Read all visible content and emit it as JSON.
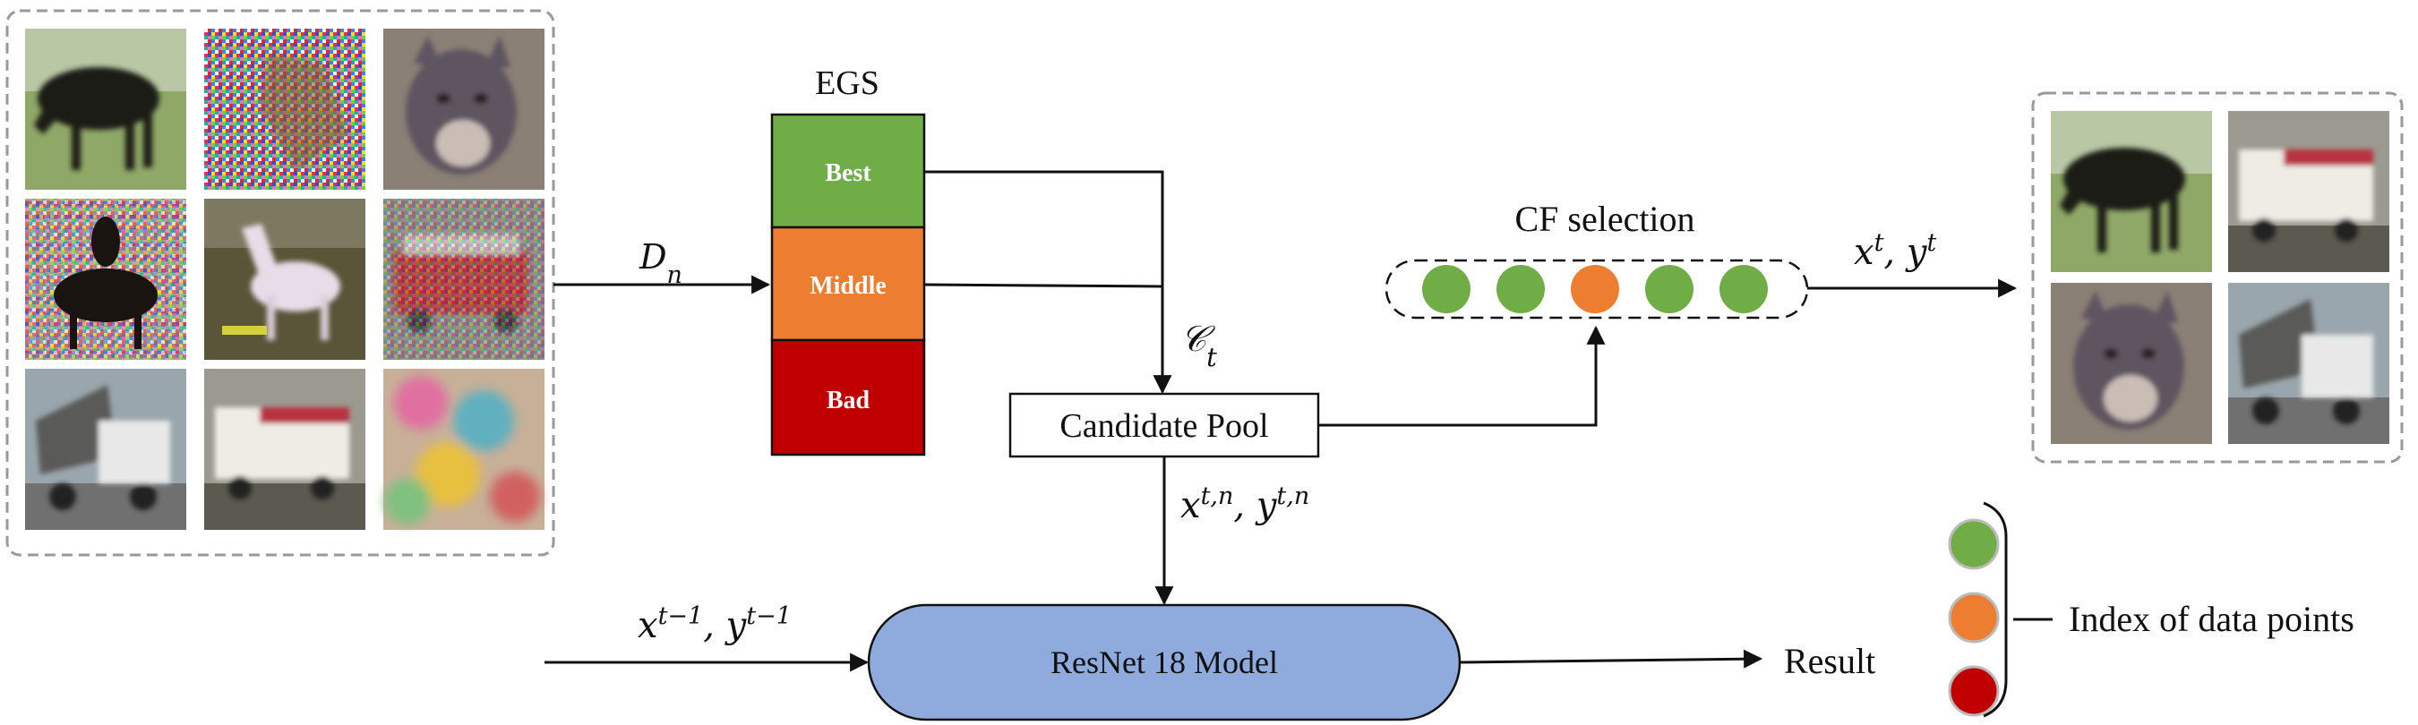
{
  "egs": {
    "title": "EGS",
    "tiers": [
      {
        "label": "Best",
        "color": "#70AD47"
      },
      {
        "label": "Middle",
        "color": "#ED7D31"
      },
      {
        "label": "Bad",
        "color": "#C00000"
      }
    ]
  },
  "labels": {
    "input_dataset": "D_n",
    "candidate_set": "C_t",
    "candidate_pool": "Candidate Pool",
    "pool_output": "x^{t,n}, y^{t,n}",
    "cf_selection": "CF selection",
    "selected_output": "x^t, y^t",
    "previous_data": "x^{t−1}, y^{t−1}",
    "model": "ResNet 18 Model",
    "result": "Result"
  },
  "cf_dots": [
    "#70AD47",
    "#70AD47",
    "#ED7D31",
    "#70AD47",
    "#70AD47"
  ],
  "legend": {
    "title": "Index of data points",
    "dots": [
      "#70AD47",
      "#ED7D31",
      "#C00000"
    ]
  },
  "input_images": [
    {
      "name": "horse-grazing"
    },
    {
      "name": "horse-noisy"
    },
    {
      "name": "cat"
    },
    {
      "name": "rider-noisy"
    },
    {
      "name": "horse-standing"
    },
    {
      "name": "firetruck-noisy"
    },
    {
      "name": "dump-truck"
    },
    {
      "name": "ambulance"
    },
    {
      "name": "blurred-noise"
    }
  ],
  "output_images": [
    {
      "name": "horse-grazing"
    },
    {
      "name": "ambulance"
    },
    {
      "name": "cat"
    },
    {
      "name": "dump-truck"
    }
  ],
  "colors": {
    "model_fill": "#8FAADC",
    "green": "#70AD47",
    "orange": "#ED7D31",
    "red": "#C00000"
  }
}
